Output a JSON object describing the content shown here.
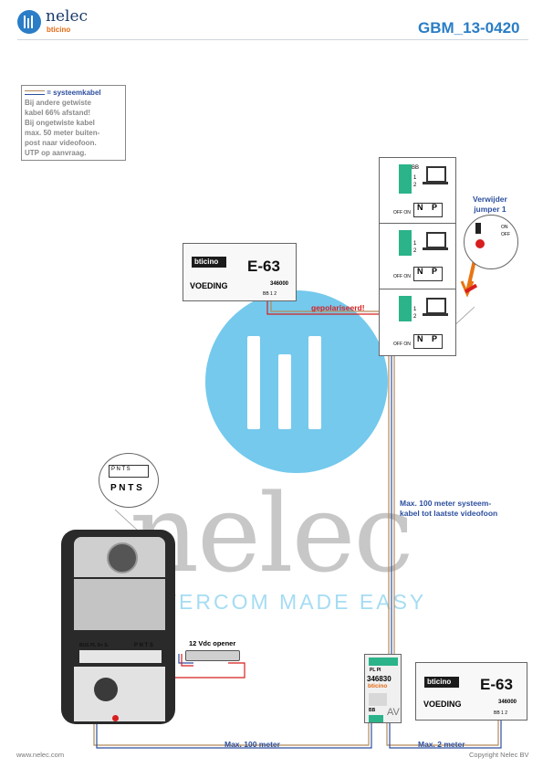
{
  "header": {
    "brand": "nelec",
    "brand_sub": "bticino",
    "doc_code": "GBM_13-0420"
  },
  "legend": {
    "line1": "= systeemkabel",
    "line2": "Bij andere getwiste",
    "line3": "kabel 66% afstand!",
    "line4": "Bij ongetwiste kabel",
    "line5": "max. 50 meter buiten-",
    "line6": "post naar videofoon.",
    "line7": "UTP op aanvraag."
  },
  "jumper_note": {
    "line1": "Verwijder",
    "line2": "jumper 1"
  },
  "polarity_note": "gepolariseerd!",
  "psu_top": {
    "brand": "bticino",
    "model": "E-63",
    "label": "VOEDING",
    "code": "346000",
    "terminals": "BB 1 2"
  },
  "psu_bottom": {
    "brand": "bticino",
    "model": "E-63",
    "label": "VOEDING",
    "code": "346000",
    "terminals": "BB 1 2"
  },
  "monitor": {
    "n_label": "N",
    "p_label": "P",
    "offon": "OFF ON",
    "t1": "1",
    "t2": "2",
    "tbb": "BB"
  },
  "jumper": {
    "on": "ON",
    "off": "OFF"
  },
  "system_cable_note": {
    "line1": "Max. 100 meter systeem-",
    "line2": "kabel tot laatste videofoon"
  },
  "zoom_pnts": {
    "top": "P N T S",
    "bottom": "P N T S"
  },
  "panel_labels": {
    "bus": "BUS PL S+ S-",
    "pnts": "P N T S"
  },
  "opener": "12 Vdc opener",
  "av_module": {
    "code": "346830",
    "brand": "bticino",
    "av": "AV",
    "terminals_top": "PL  PI",
    "terminals_bottom": "BB"
  },
  "distance_left": "Max. 100 meter",
  "distance_right": "Max. 2 meter",
  "watermark": {
    "word": "nelec",
    "tagline": "INTERCOM MADE EASY"
  },
  "footer": {
    "website": "www.nelec.com",
    "copyright": "Copyright Nelec BV"
  },
  "colors": {
    "accent": "#2a7dc6",
    "cable_red": "#d81e1e",
    "cable_brown": "#b58a5a",
    "cable_blue": "#2d4f9e",
    "watermark": "#5cc0ea"
  }
}
